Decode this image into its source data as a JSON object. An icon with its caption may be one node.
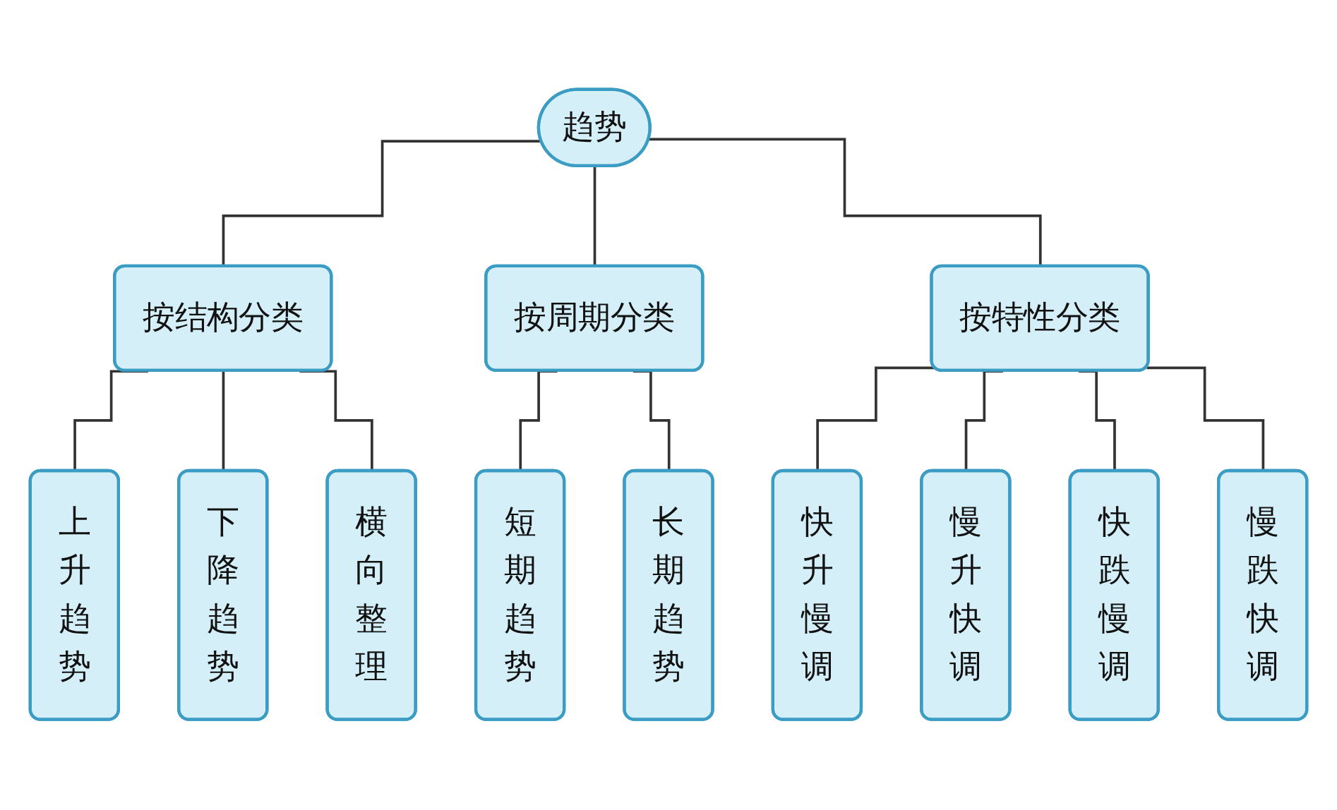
{
  "diagram": {
    "nodes": [
      {
        "text": [
          "趋势"
        ]
      },
      {
        "text": [
          "按结构分类"
        ]
      },
      {
        "text": [
          "按周期分类"
        ]
      },
      {
        "text": [
          "按特性分类"
        ]
      },
      {
        "text": [
          "上升趋势"
        ]
      },
      {
        "text": [
          "下降趋势"
        ]
      },
      {
        "text": [
          "横向整理"
        ]
      },
      {
        "text": [
          "短期趋势"
        ]
      },
      {
        "text": [
          "长期趋势"
        ]
      },
      {
        "text": [
          "快升慢调"
        ]
      },
      {
        "text": [
          "慢升快调"
        ]
      },
      {
        "text": [
          "快跌慢调"
        ]
      },
      {
        "text": [
          "慢跌快调"
        ]
      }
    ],
    "edges": [
      {
        "from": 0,
        "to": 1,
        "arrow": "none"
      },
      {
        "from": 0,
        "to": 2,
        "arrow": "none"
      },
      {
        "from": 0,
        "to": 3,
        "arrow": "none"
      },
      {
        "from": 1,
        "to": 4,
        "arrow": "none"
      },
      {
        "from": 1,
        "to": 5,
        "arrow": "none"
      },
      {
        "from": 1,
        "to": 6,
        "arrow": "none"
      },
      {
        "from": 2,
        "to": 7,
        "arrow": "none"
      },
      {
        "from": 2,
        "to": 8,
        "arrow": "none"
      },
      {
        "from": 3,
        "to": 9,
        "arrow": "none"
      },
      {
        "from": 3,
        "to": 10,
        "arrow": "none"
      },
      {
        "from": 3,
        "to": 11,
        "arrow": "none"
      },
      {
        "from": 3,
        "to": 12,
        "arrow": "none"
      }
    ]
  }
}
